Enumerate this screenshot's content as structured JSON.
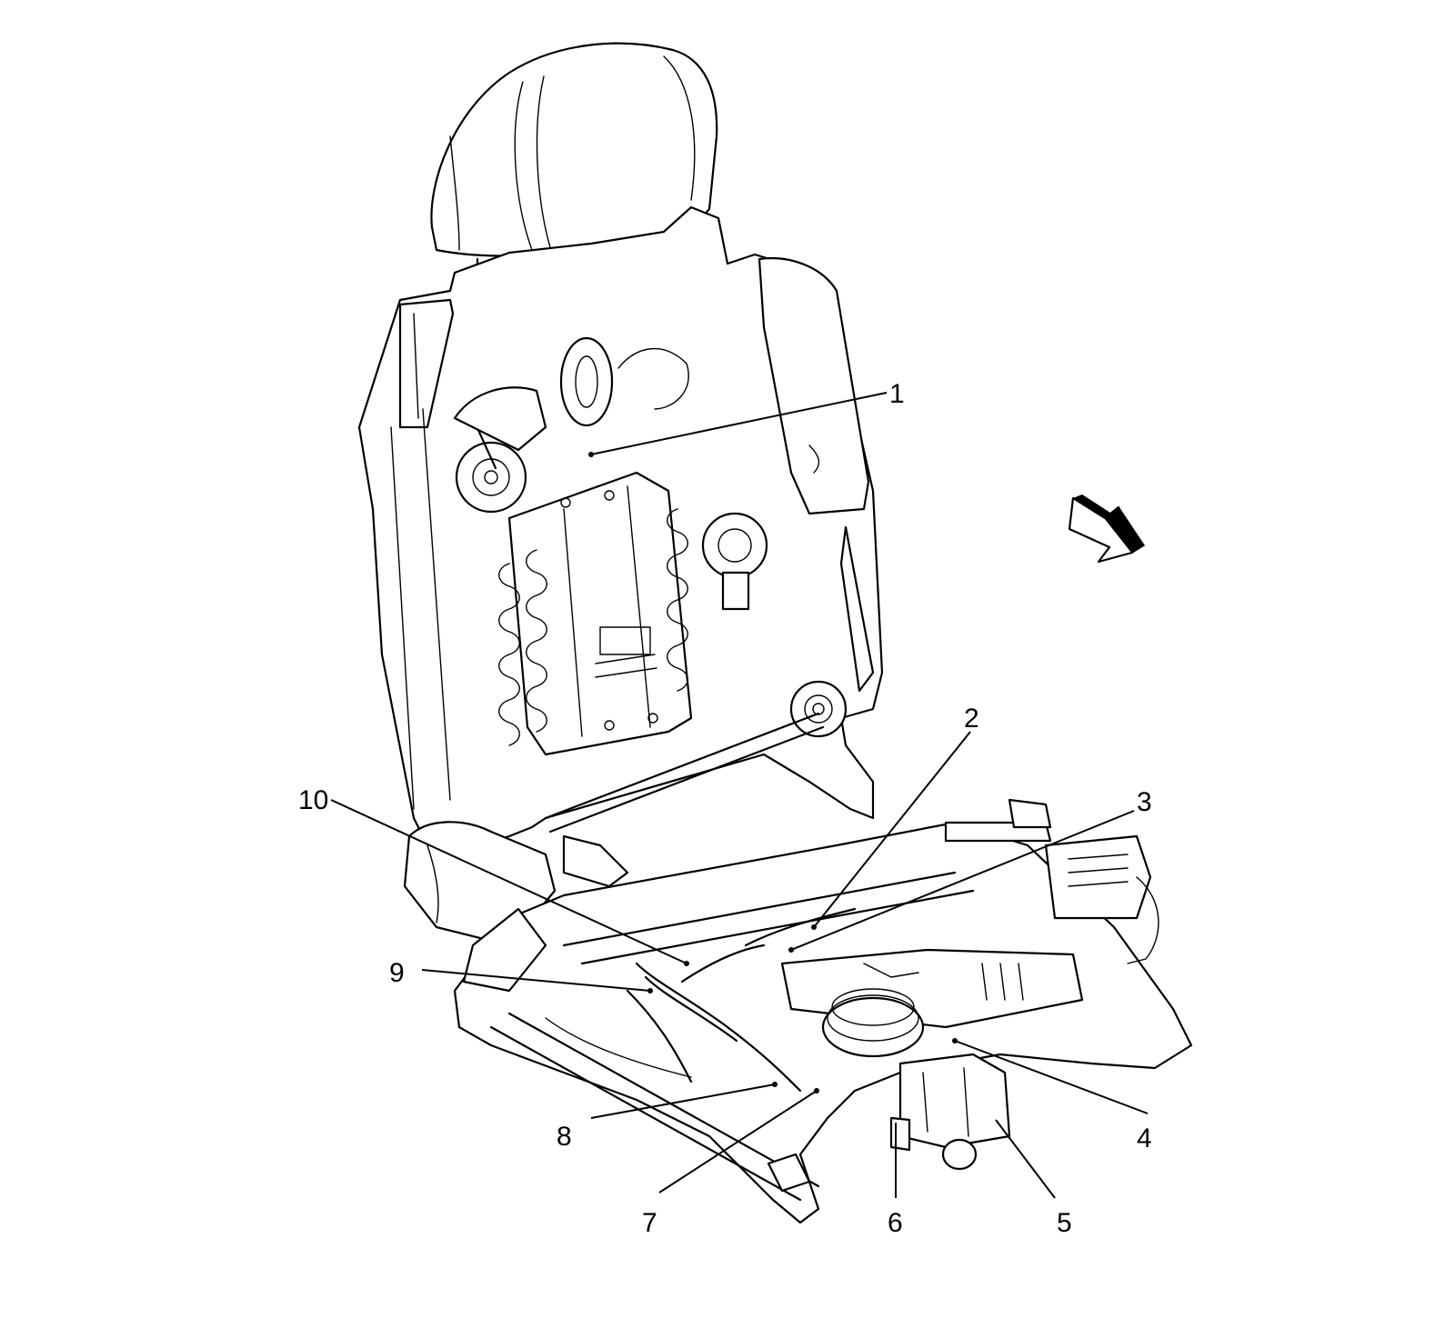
{
  "diagram": {
    "callouts": [
      {
        "id": "1",
        "label": "1"
      },
      {
        "id": "2",
        "label": "2"
      },
      {
        "id": "3",
        "label": "3"
      },
      {
        "id": "4",
        "label": "4"
      },
      {
        "id": "5",
        "label": "5"
      },
      {
        "id": "6",
        "label": "6"
      },
      {
        "id": "7",
        "label": "7"
      },
      {
        "id": "8",
        "label": "8"
      },
      {
        "id": "9",
        "label": "9"
      },
      {
        "id": "10",
        "label": "10"
      }
    ],
    "direction_indicator": "arrow-icon",
    "colors": {
      "line": "#000000",
      "background": "#ffffff"
    }
  }
}
